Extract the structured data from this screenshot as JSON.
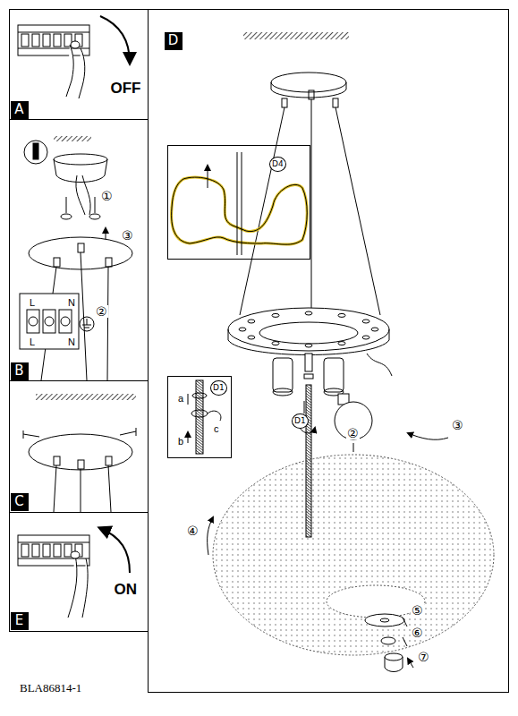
{
  "diagram": {
    "nodes": [
      {
        "text": [
          "A",
          "OFF"
        ]
      },
      {
        "text": [
          "B"
        ]
      },
      {
        "text": [
          "C"
        ]
      },
      {
        "text": [
          "E",
          "ON"
        ]
      },
      {
        "text": [
          "D"
        ]
      },
      {
        "text": [
          "D4"
        ],
        "in": 4
      },
      {
        "text": [
          "D1"
        ],
        "in": 4
      }
    ],
    "labels": [
      "①",
      "③",
      "L",
      "N",
      "②",
      "L",
      "N",
      "③",
      "a",
      "c",
      "b",
      "D1",
      "②",
      "④",
      "⑤",
      "⑥",
      "⑦",
      "BLA86814-1"
    ]
  }
}
